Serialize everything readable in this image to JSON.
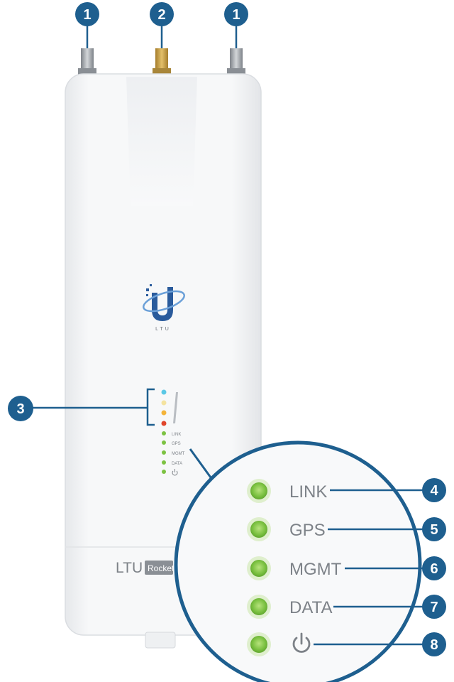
{
  "colors": {
    "callout_blue": "#1e5f8f",
    "device_white": "#f3f4f6",
    "connector_gold": "#c9a24a",
    "connector_silver": "#9aa0a6",
    "led_green": "#7cc242",
    "led_cyan": "#5bc8e6",
    "led_amber": "#f4b43a",
    "led_red": "#e0452b",
    "label_gray": "#7d8288"
  },
  "connector_callouts": [
    "1",
    "2",
    "1"
  ],
  "signal_callout": "3",
  "brand": {
    "logo_text": "LTU",
    "model_prefix": "LTU",
    "model_suffix": "Rocket"
  },
  "small_led_labels": [
    "LINK",
    "GPS",
    "MGMT",
    "DATA"
  ],
  "zoom_leds": [
    {
      "label": "LINK",
      "callout": "4"
    },
    {
      "label": "GPS",
      "callout": "5"
    },
    {
      "label": "MGMT",
      "callout": "6"
    },
    {
      "label": "DATA",
      "callout": "7"
    },
    {
      "label": "",
      "icon": "power-icon",
      "callout": "8"
    }
  ]
}
